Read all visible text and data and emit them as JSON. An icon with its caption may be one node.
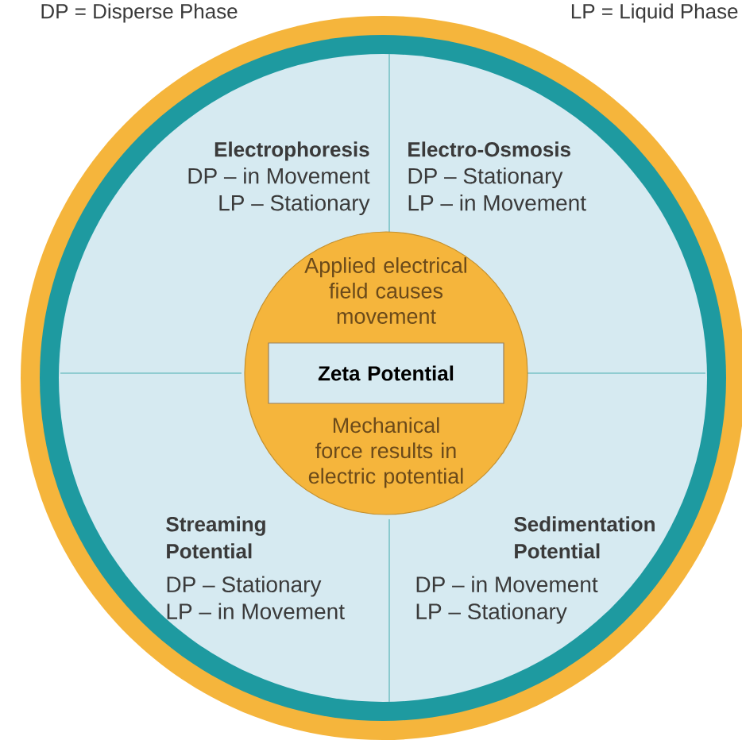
{
  "diagram": {
    "nodes": [
      {
        "text": [],
        "shape": "circle"
      },
      {
        "text": [
          "Electrophoresis",
          "DP – in Movement",
          "LP – Stationary"
        ],
        "in": 0
      },
      {
        "text": [
          "Electro-Osmosis",
          "DP – Stationary",
          "LP – in Movement"
        ],
        "in": 0
      },
      {
        "text": [
          "Streaming Potential",
          "DP – Stationary",
          "LP – in Movement"
        ],
        "in": 0
      },
      {
        "text": [
          "Sedimentation Potential",
          "DP – in Movement",
          "LP – Stationary"
        ],
        "in": 0
      },
      {
        "text": [
          "Applied electrical field causes movement",
          "Mechanical force results in electric potential"
        ],
        "in": 0
      },
      {
        "text": [
          "Zeta Potential"
        ],
        "in": 5
      }
    ],
    "labels": [
      "DP = Disperse Phase",
      "LP = Liquid Phase"
    ]
  }
}
